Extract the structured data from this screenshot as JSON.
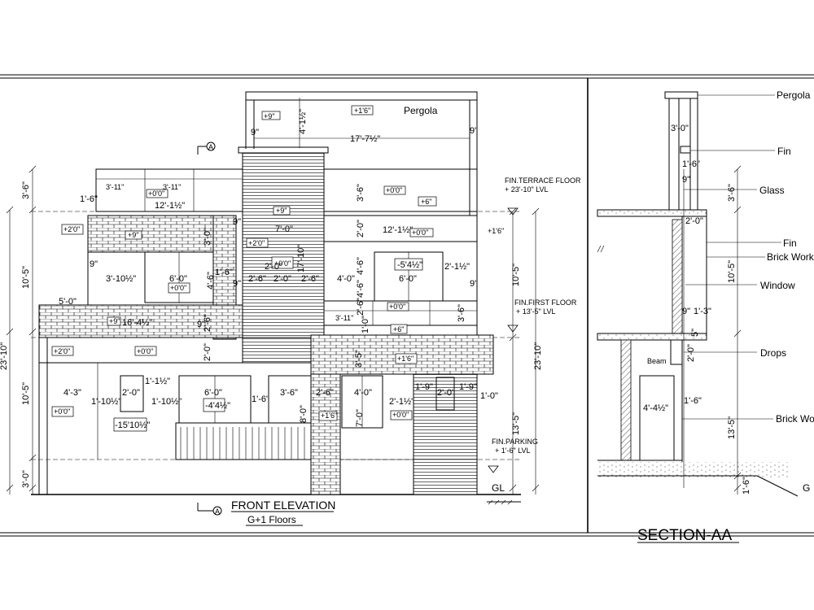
{
  "front_elevation": {
    "title": "FRONT ELEVATION",
    "subtitle": "G+1 Floors",
    "pergola_label": "Pergola",
    "section_marker": "A",
    "levels": {
      "terrace_name": "FIN.TERRACE FLOOR",
      "terrace_value": "+ 23'-10\" LVL",
      "first_name": "FIN.FIRST FLOOR",
      "first_value": "+ 13'-5\" LVL",
      "parking_name": "FIN.PARKING",
      "parking_value": "+ 1'-6\" LVL",
      "ground": "GL"
    },
    "dims": {
      "parapet": "3'-6\"",
      "first_floor": "10'-5\"",
      "ground_floor": "10'-5\"",
      "plinth": "3'-0\"",
      "total": "23'-10\"",
      "right_first": "10'-5\"",
      "right_total": "23'-10\"",
      "right_ground": "13'-5\"",
      "pergola_width": "17'-7½\"",
      "pergola_h": "4'-1½\"",
      "pergola_edge_l": "9\"",
      "pergola_edge_r": "9\"",
      "tower_h": "17'-10\"",
      "tower_w": "7'-0\"",
      "bal_w": "12'-1½\"",
      "bal_w2": "12'-1½\"",
      "left_cant": "1'-6\"",
      "win1_gap": "3'-10½\"",
      "win1_w": "6'-0\"",
      "win1_h": "4'-6\"",
      "win1_side": "1'-6\"",
      "mid_a": "2'-6\"",
      "mid_b": "2'-0\"",
      "mid_c": "2'-6\"",
      "win2_gap": "4'-0\"",
      "win2_w": "6'-0\"",
      "win2_side": "2'-1½\"",
      "win2_top": "-5'4½\"",
      "slab_w": "16'-4½\"",
      "slab_l": "5'-0\"",
      "rail_h": "3'-6\"",
      "g_w1": "4'-3\"",
      "g_w2": "1'-10½\"",
      "g_w3": "2'-0\"",
      "g_w4": "1'-1½\"",
      "g_w5": "1'-10½\"",
      "g_w6": "6'-0\"",
      "g_w7": "-4'4½\"",
      "g_w8": "1'-6\"",
      "g_w9": "3'-6\"",
      "g_w10": "2'-6\"",
      "g_w11": "4'-0\"",
      "g_w12": "2'-1½\"",
      "g_w13": "1'-9\"",
      "g_w14": "2'-0\"",
      "g_w15": "1'-9\"",
      "g_w16": "1'-0\"",
      "g_gate": "-15'10½\"",
      "g_door_h": "7'-0\"",
      "g_pier_h": "8'-0\"",
      "g_top": "3'-5\"",
      "b_h1": "2'-0\"",
      "b_h2": "4'-6\"",
      "b_h3": "2'-6\"",
      "b_h4": "2'-0\"",
      "b_h5": "3'-0\"",
      "b_h6": "3'-6\"",
      "b_h7": "2'-0\"",
      "b_h8": "4'-6\"",
      "b_h9": "2'-6\"",
      "b_h10": "1'-0\"",
      "nine1": "9\"",
      "nine2": "9\"",
      "nine3": "9\"",
      "nine4": "9\"",
      "nine5": "9\"",
      "small1": "3'-11\"",
      "small2": "3'-11\"",
      "small3": "3'-11\""
    },
    "tags": {
      "t1": "+1'6\"",
      "t2": "+9\"",
      "t3": "+0'0\"",
      "t4": "+2'0\"",
      "t5": "+9\"",
      "t6": "+9\"",
      "t7": "+2'0\"",
      "t8": "+0'0\"",
      "t9": "+0'0\"",
      "t10": "+6\"",
      "t11": "+0'0\"",
      "t12": "+1'6\"",
      "t13": "+0'0\"",
      "t14": "+6\"",
      "t15": "+0'0\"",
      "t16": "+2'0\"",
      "t17": "+0'0\"",
      "t18": "+1'6\"",
      "t19": "+0'0\"",
      "t20": "+1'6\"",
      "t21": "+0'0\"",
      "t22": "+9\""
    }
  },
  "section_aa": {
    "title": "SECTION-AA",
    "labels": {
      "pergola": "Pergola",
      "fin1": "Fin",
      "glass": "Glass",
      "fin2": "Fin",
      "brick1": "Brick Work",
      "window": "Window",
      "drops": "Drops",
      "brick2": "Brick Wor",
      "beam": "Beam",
      "gl": "G"
    },
    "dims": {
      "top_w": "3'-0\"",
      "fin_h": "1'-6\"",
      "glass_gap": "9\"",
      "parapet": "3'-6\"",
      "slab": "2'-0\"",
      "first": "10'-5\"",
      "win_sill": "1'-3\"",
      "win_nine": "9\"",
      "slab_e": "5\"",
      "drop": "2'-0\"",
      "ground": "13'-5\"",
      "door_w": "4'-4½\"",
      "beam_off": "1'-6\"",
      "plinth": "1'-6\""
    }
  }
}
